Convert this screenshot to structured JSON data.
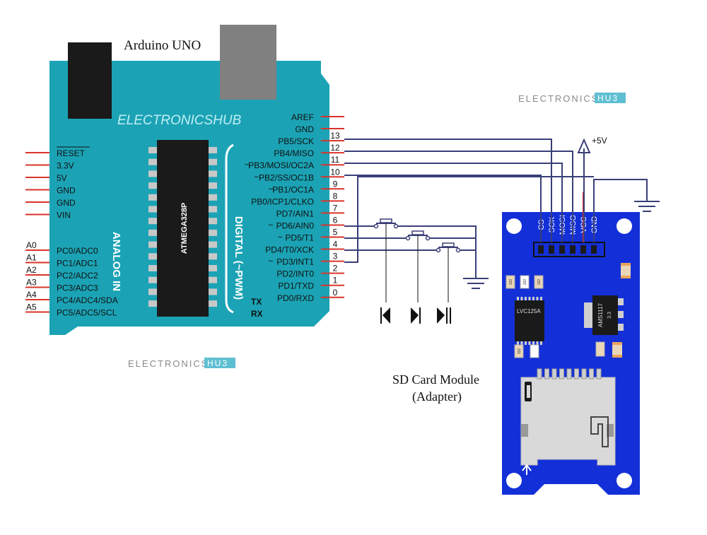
{
  "title": "Arduino UNO",
  "board": {
    "brand": "ELECTRONICSHUB",
    "chip": "ATMEGA328P",
    "analog_label": "ANALOG IN",
    "digital_label": "DIGITAL (~PWM)",
    "left_pins": [
      "RESET",
      "3.3V",
      "5V",
      "GND",
      "GND",
      "VIN"
    ],
    "analog_pins": [
      {
        "num": "A0",
        "name": "PC0/ADC0"
      },
      {
        "num": "A1",
        "name": "PC1/ADC1"
      },
      {
        "num": "A2",
        "name": "PC2/ADC2"
      },
      {
        "num": "A3",
        "name": "PC3/ADC3"
      },
      {
        "num": "A4",
        "name": "PC4/ADC4/SDA"
      },
      {
        "num": "A5",
        "name": "PC5/ADC5/SCL"
      }
    ],
    "right_pins": [
      {
        "name": "AREF",
        "num": "",
        "tilde": false
      },
      {
        "name": "GND",
        "num": "",
        "tilde": false
      },
      {
        "name": "PB5/SCK",
        "num": "13",
        "tilde": false
      },
      {
        "name": "PB4/MISO",
        "num": "12",
        "tilde": false
      },
      {
        "name": "PB3/MOSI/OC2A",
        "num": "11",
        "tilde": true
      },
      {
        "name": "PB2/SS/OC1B",
        "num": "10",
        "tilde": true
      },
      {
        "name": "PB1/OC1A",
        "num": "9",
        "tilde": true
      },
      {
        "name": "PB0/ICP1/CLKO",
        "num": "8",
        "tilde": false
      },
      {
        "name": "PD7/AIN1",
        "num": "7",
        "tilde": false
      },
      {
        "name": "PD6/AIN0",
        "num": "6",
        "tilde": true
      },
      {
        "name": "PD5/T1",
        "num": "5",
        "tilde": true
      },
      {
        "name": "PD4/T0/XCK",
        "num": "4",
        "tilde": false
      },
      {
        "name": "PD3/INT1",
        "num": "3",
        "tilde": true
      },
      {
        "name": "PD2/INT0",
        "num": "2",
        "tilde": false
      },
      {
        "name": "PD1/TXD",
        "num": "1",
        "tilde": false
      },
      {
        "name": "PD0/RXD",
        "num": "0",
        "tilde": false
      }
    ],
    "tx_label": "TX",
    "rx_label": "RX",
    "tilde_char": "~"
  },
  "watermark": {
    "text1": "ELECTRONICS",
    "text2": "HU3"
  },
  "power_label": "+5V",
  "sd_module": {
    "title_line1": "SD Card Module",
    "title_line2": "(Adapter)",
    "pins": [
      "CS",
      "SCK",
      "MOSI",
      "MISO",
      "VCC",
      "GND"
    ],
    "chip1": "LVC125A",
    "chip2": "AMS1117",
    "chip2_sub": "3.3",
    "resistor_code": "332"
  },
  "colors": {
    "board": "#1ba3b5",
    "pin": "#d9342b",
    "module": "#1330d8",
    "wire": "#3a3f78",
    "chip": "#1a1a1a"
  }
}
